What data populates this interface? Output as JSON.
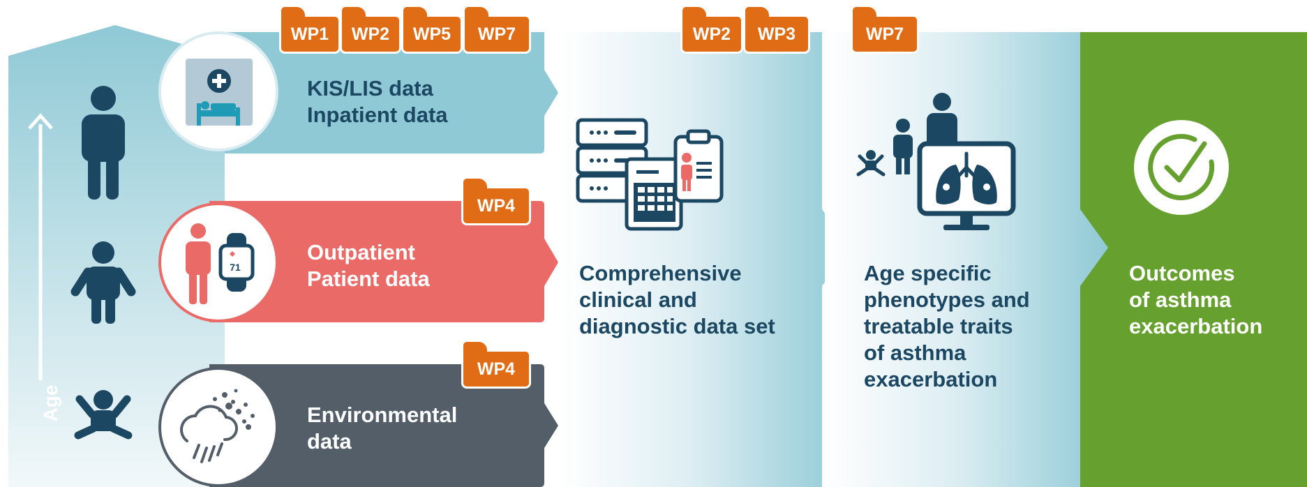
{
  "axis": {
    "age_label": "Age"
  },
  "sources": [
    {
      "line1": "KIS/LIS data",
      "line2": "Inpatient data",
      "tabs": [
        "WP1",
        "WP2",
        "WP5",
        "WP7"
      ]
    },
    {
      "line1": "Outpatient",
      "line2": "Patient data",
      "tabs": [
        "WP4"
      ]
    },
    {
      "line1": "Environmental",
      "line2": "data",
      "tabs": [
        "WP4"
      ]
    }
  ],
  "stages": [
    {
      "lines": [
        "Comprehensive",
        "clinical and",
        "diagnostic data set"
      ],
      "tabs": [
        "WP2",
        "WP3"
      ]
    },
    {
      "lines": [
        "Age specific",
        "phenotypes and",
        "treatable traits",
        "of asthma",
        "exacerbation"
      ],
      "tabs": [
        "WP7"
      ]
    },
    {
      "lines": [
        "Outcomes",
        "of asthma",
        "exacerbation"
      ],
      "tabs": []
    }
  ],
  "watch_display": "71",
  "icons": [
    "adult-icon",
    "child-icon",
    "infant-icon",
    "hospital-bed-icon",
    "person-smartwatch-icon",
    "cloud-particles-icon",
    "database-records-icon",
    "family-lung-monitor-icon",
    "checkmark-icon"
  ],
  "colors": {
    "teal": "#8fc9d5",
    "coral": "#ea6a68",
    "slate": "#545e69",
    "green": "#66a02e",
    "orange": "#e06c15",
    "navy": "#1b4762"
  }
}
